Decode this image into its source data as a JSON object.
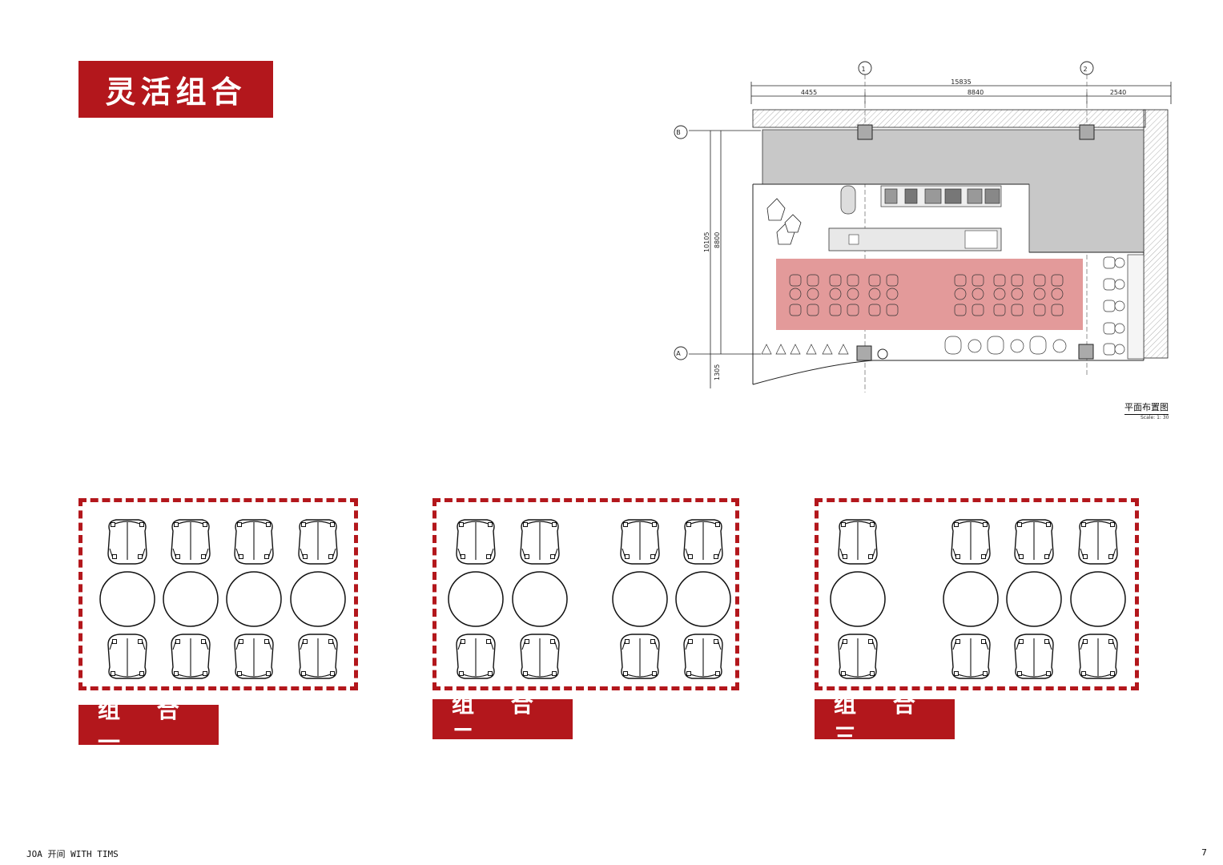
{
  "title": "灵活组合",
  "plan": {
    "axis_labels": [
      "1",
      "2",
      "B",
      "A"
    ],
    "dimensions_top": {
      "total": "15835",
      "segments": [
        "4455",
        "8840",
        "2540"
      ]
    },
    "dimensions_left": [
      "10105",
      "8800",
      "1305"
    ],
    "caption": "平面布置图",
    "scale": "Scale: 1: 30",
    "highlight_color": "#e39a9a"
  },
  "combos": [
    {
      "label": "组 合 一",
      "tables": [
        true,
        true,
        true,
        true
      ]
    },
    {
      "label": "组 合 二",
      "tables": [
        true,
        true,
        false,
        true,
        true
      ]
    },
    {
      "label": "组 合 三",
      "tables": [
        true,
        false,
        true,
        true,
        true
      ]
    }
  ],
  "footer": {
    "left": "JOA 开间 WITH TIMS",
    "page": "7"
  },
  "colors": {
    "accent": "#b3171c",
    "wall_gray": "#c8c8c8"
  }
}
